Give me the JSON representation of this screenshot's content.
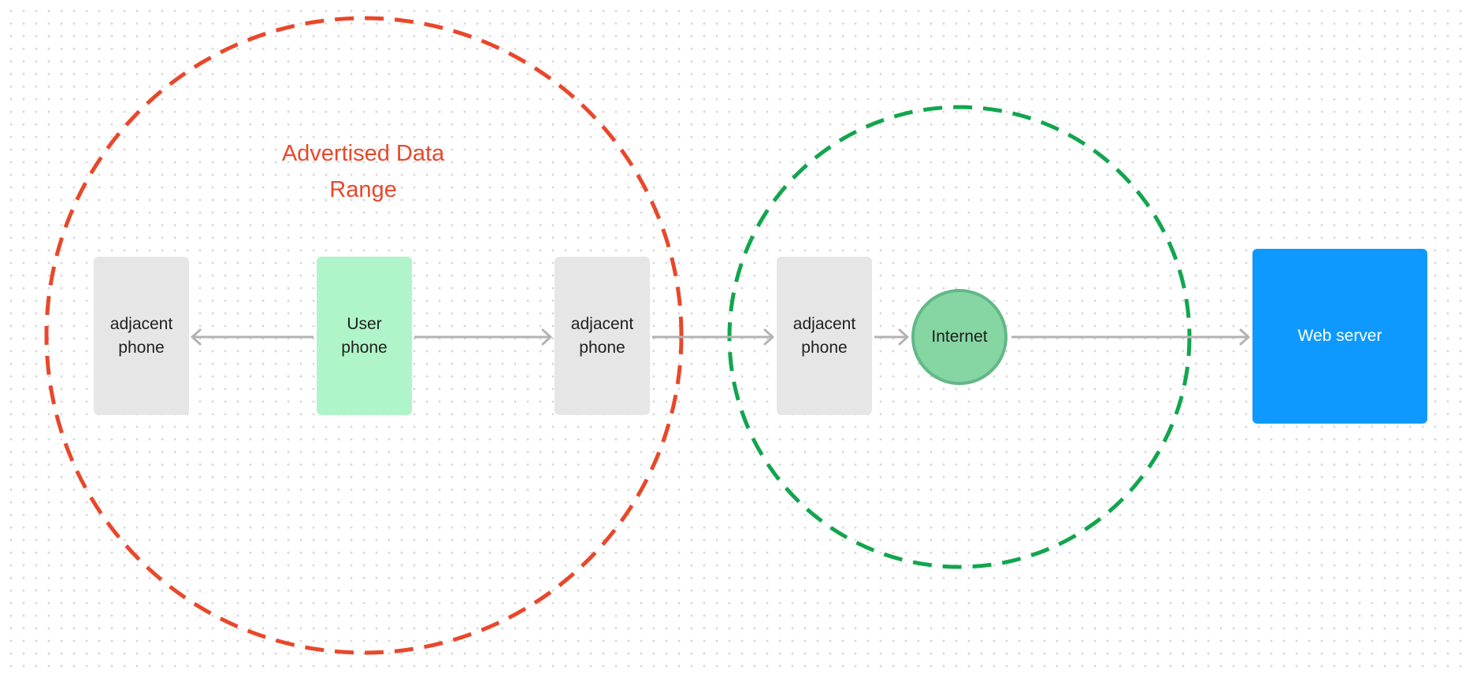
{
  "range_label": "Advertised Data\nRange",
  "nodes": {
    "adjacent_phone_1": "adjacent\nphone",
    "user_phone": "User\nphone",
    "adjacent_phone_2": "adjacent\nphone",
    "adjacent_phone_3": "adjacent\nphone",
    "internet": "Internet",
    "web_server": "Web server"
  },
  "colors": {
    "range_circle": "#e9472a",
    "network_circle": "#12a54e",
    "arrow": "#b3b3b3",
    "adjacent_phone_fill": "#e6e6e6",
    "user_phone_fill": "#b0f4c9",
    "internet_fill": "#86d6a4",
    "web_server_fill": "#0d99ff"
  }
}
